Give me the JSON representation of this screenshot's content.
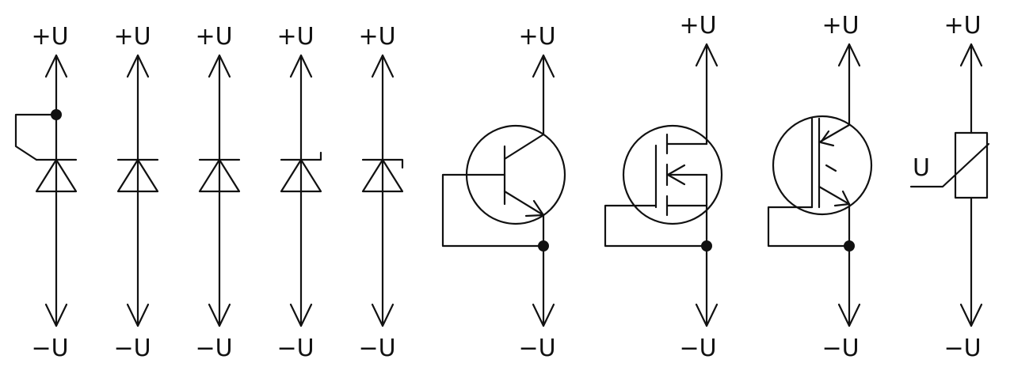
{
  "supply": {
    "plus_label": "+U",
    "minus_label": "−U"
  },
  "varistor": {
    "voltage_label": "U"
  },
  "components": [
    {
      "kind": "diode-cathode-to-anode-loop"
    },
    {
      "kind": "diode"
    },
    {
      "kind": "diode"
    },
    {
      "kind": "zener-diode"
    },
    {
      "kind": "zener-diode-variant"
    },
    {
      "kind": "npn-transistor"
    },
    {
      "kind": "mosfet"
    },
    {
      "kind": "igbt"
    },
    {
      "kind": "varistor"
    }
  ],
  "colors": {
    "stroke": "#111111",
    "background": "#ffffff"
  }
}
